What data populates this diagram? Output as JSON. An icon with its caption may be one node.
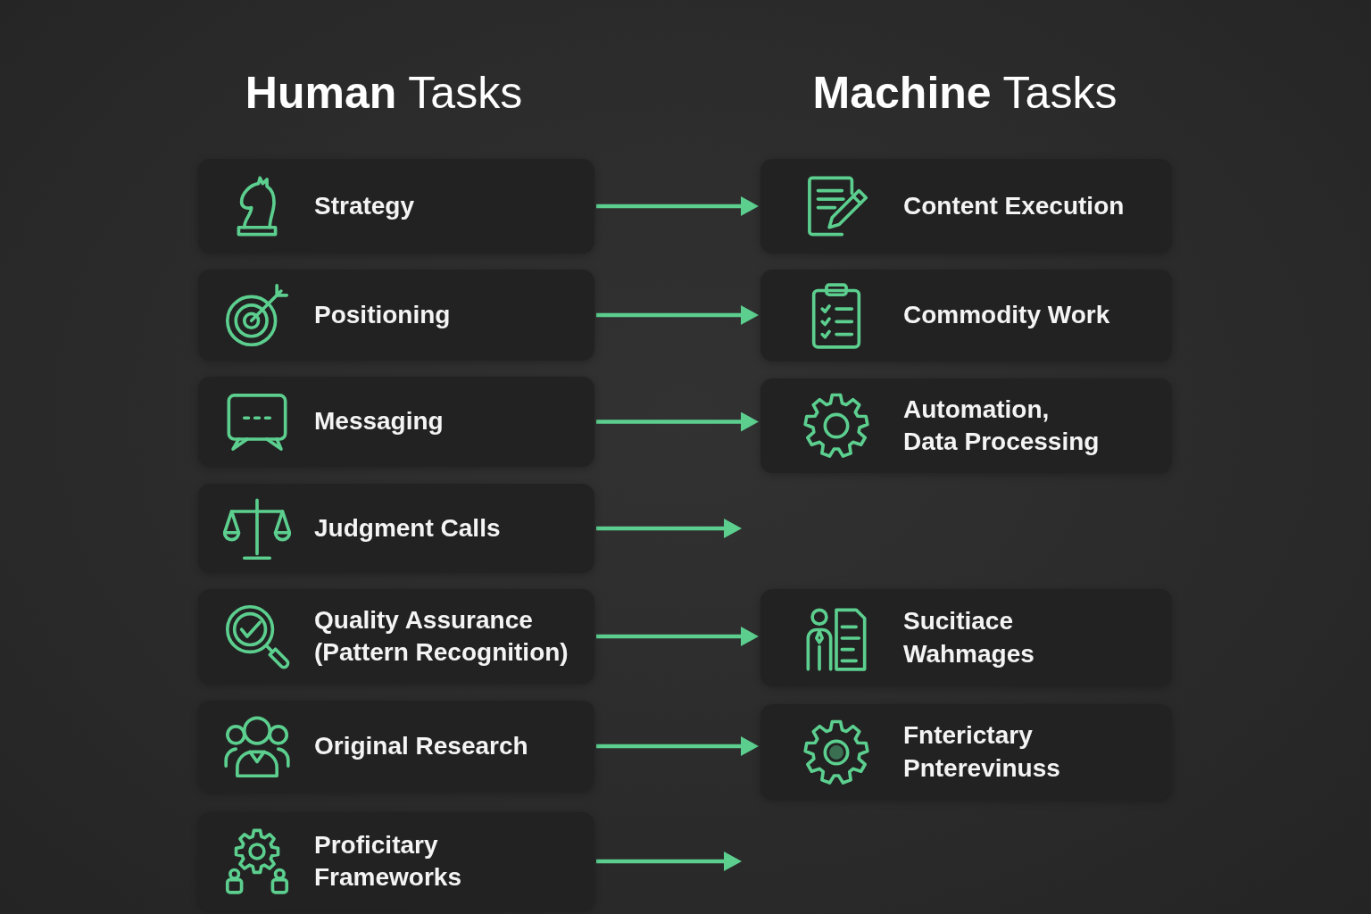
{
  "diagram": {
    "nodes": [
      {
        "text": [
          "Strategy"
        ]
      },
      {
        "text": [
          "Positioning"
        ]
      },
      {
        "text": [
          "Messaging"
        ]
      },
      {
        "text": [
          "Judgment Calls"
        ]
      },
      {
        "text": [
          "Quality Assurance (Pattern Recognition)"
        ]
      },
      {
        "text": [
          "Original Research"
        ]
      },
      {
        "text": [
          "Proficitary Frameworks"
        ]
      },
      {
        "text": [
          "Content Execution"
        ]
      },
      {
        "text": [
          "Commodity Work"
        ]
      },
      {
        "text": [
          "Automation, Data Processing"
        ]
      },
      {
        "text": [
          "Sucitiace Wahmages"
        ]
      },
      {
        "text": [
          "Fnterictary Pnterevinuss"
        ]
      }
    ],
    "edges": [
      {
        "from": 0,
        "to": 7,
        "arrow": "to"
      },
      {
        "from": 1,
        "to": 8,
        "arrow": "to"
      },
      {
        "from": 2,
        "to": 9,
        "arrow": "to"
      },
      {
        "from": 3,
        "to": null,
        "arrow": "to"
      },
      {
        "from": 4,
        "to": 10,
        "arrow": "to"
      },
      {
        "from": 5,
        "to": 11,
        "arrow": "to"
      },
      {
        "from": 6,
        "to": null,
        "arrow": "to"
      }
    ],
    "labels": [
      "**Human** Tasks",
      "**Machine** Tasks"
    ]
  }
}
